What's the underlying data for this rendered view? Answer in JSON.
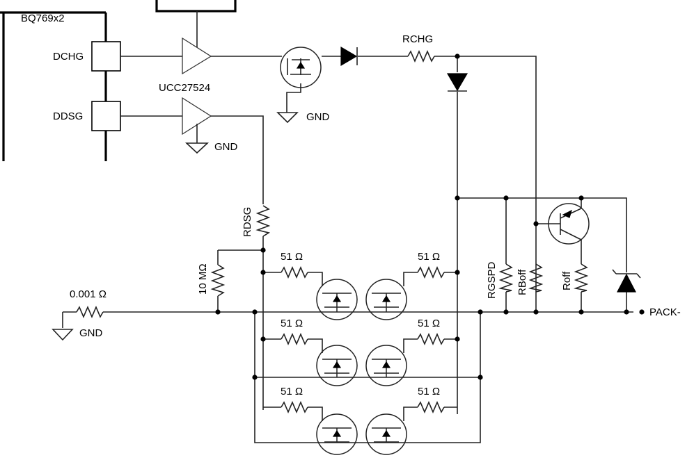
{
  "labels": {
    "chip": "BQ769x2",
    "dchg": "DCHG",
    "ddsg": "DDSG",
    "driver": "UCC27524",
    "gnd_fet": "GND",
    "gnd_driver": "GND",
    "gnd_shunt": "GND",
    "rchg": "RCHG",
    "rdsg": "RDSG",
    "r10m": "10 MΩ",
    "rshunt": "0.001 Ω",
    "r51_1": "51 Ω",
    "r51_2": "51 Ω",
    "r51_3": "51 Ω",
    "r51_4": "51 Ω",
    "r51_5": "51 Ω",
    "r51_6": "51 Ω",
    "rgspd": "RGSPD",
    "rboff": "RBoff",
    "roff": "Roff",
    "pack": "PACK-"
  }
}
